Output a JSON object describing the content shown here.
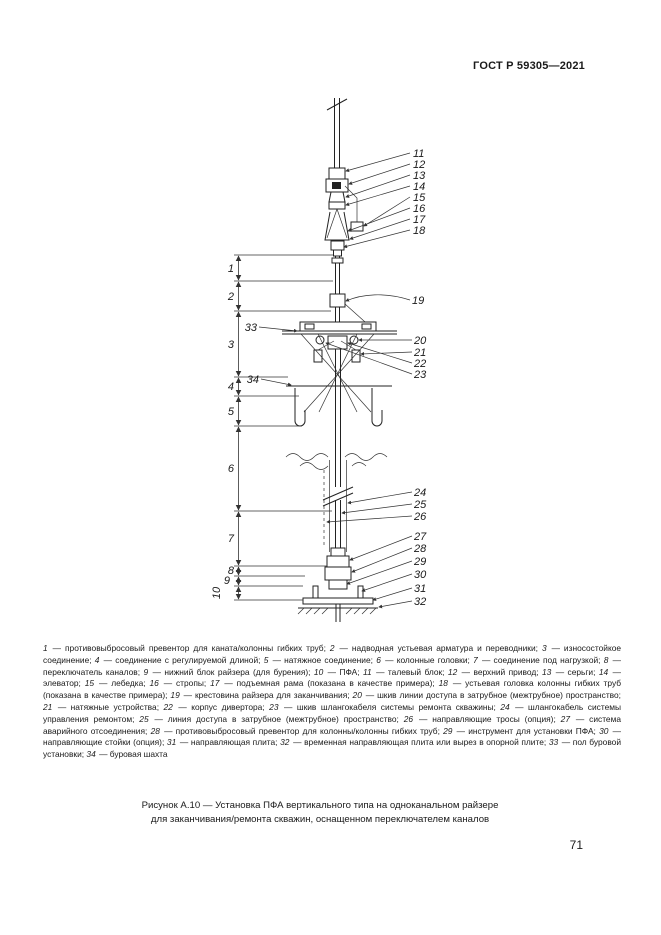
{
  "page": {
    "header": "ГОСТ Р 59305—2021",
    "number": "71"
  },
  "colors": {
    "ink": "#1a1a1a",
    "paper": "#ffffff"
  },
  "figure": {
    "caption": {
      "line1": "Рисунок А.10 — Установка ПФА вертикального типа на одноканальном райзере",
      "line2": "для заканчивания/ремонта скважин, оснащенном переключателем каналов"
    },
    "callouts": {
      "top_right": [
        "11",
        "12",
        "13",
        "14",
        "15",
        "16",
        "17",
        "18"
      ],
      "mid_right": [
        "19",
        "20",
        "21",
        "22",
        "23"
      ],
      "left": [
        "33",
        "34"
      ],
      "bottom_right": [
        "24",
        "25",
        "26",
        "27",
        "28",
        "29",
        "30",
        "31",
        "32"
      ],
      "dims": [
        "1",
        "2",
        "3",
        "4",
        "5",
        "6",
        "7",
        "8",
        "9",
        "10"
      ]
    },
    "legend_items": [
      {
        "n": "1",
        "t": "противовыбросовый превентор для каната/колонны гибких труб"
      },
      {
        "n": "2",
        "t": "надводная устьевая арматура и переводники"
      },
      {
        "n": "3",
        "t": "износостойкое соединение"
      },
      {
        "n": "4",
        "t": "соединение с регулируемой длиной"
      },
      {
        "n": "5",
        "t": "натяжное соединение"
      },
      {
        "n": "6",
        "t": "колонные головки"
      },
      {
        "n": "7",
        "t": "соединение под нагрузкой"
      },
      {
        "n": "8",
        "t": "переключатель каналов"
      },
      {
        "n": "9",
        "t": "нижний блок райзера (для бурения)"
      },
      {
        "n": "10",
        "t": "ПФА"
      },
      {
        "n": "11",
        "t": "талевый блок"
      },
      {
        "n": "12",
        "t": "верхний привод"
      },
      {
        "n": "13",
        "t": "серьги"
      },
      {
        "n": "14",
        "t": "элеватор"
      },
      {
        "n": "15",
        "t": "лебедка"
      },
      {
        "n": "16",
        "t": "стропы"
      },
      {
        "n": "17",
        "t": "подъемная рама (показана в качестве примера)"
      },
      {
        "n": "18",
        "t": "устьевая головка колонны гибких труб (показана в качестве примера)"
      },
      {
        "n": "19",
        "t": "крестовина райзера для заканчивания"
      },
      {
        "n": "20",
        "t": "шкив линии доступа в затрубное (межтрубное) пространство"
      },
      {
        "n": "21",
        "t": "натяжные устройства"
      },
      {
        "n": "22",
        "t": "корпус дивертора"
      },
      {
        "n": "23",
        "t": "шкив шлангокабеля системы ремонта скважины"
      },
      {
        "n": "24",
        "t": "шлангокабель системы управления ремонтом"
      },
      {
        "n": "25",
        "t": "линия доступа в затрубное (межтрубное) пространство"
      },
      {
        "n": "26",
        "t": "направляющие тросы (опция)"
      },
      {
        "n": "27",
        "t": "система аварийного отсоединения"
      },
      {
        "n": "28",
        "t": "противовыбросовый превентор для колонны/колонны гибких труб"
      },
      {
        "n": "29",
        "t": "инструмент для установки ПФА"
      },
      {
        "n": "30",
        "t": "направляющие стойки (опция)"
      },
      {
        "n": "31",
        "t": "направляющая плита"
      },
      {
        "n": "32",
        "t": "временная направляющая плита или вырез в опорной плите"
      },
      {
        "n": "33",
        "t": "пол буровой установки"
      },
      {
        "n": "34",
        "t": "буровая шахта"
      }
    ]
  }
}
